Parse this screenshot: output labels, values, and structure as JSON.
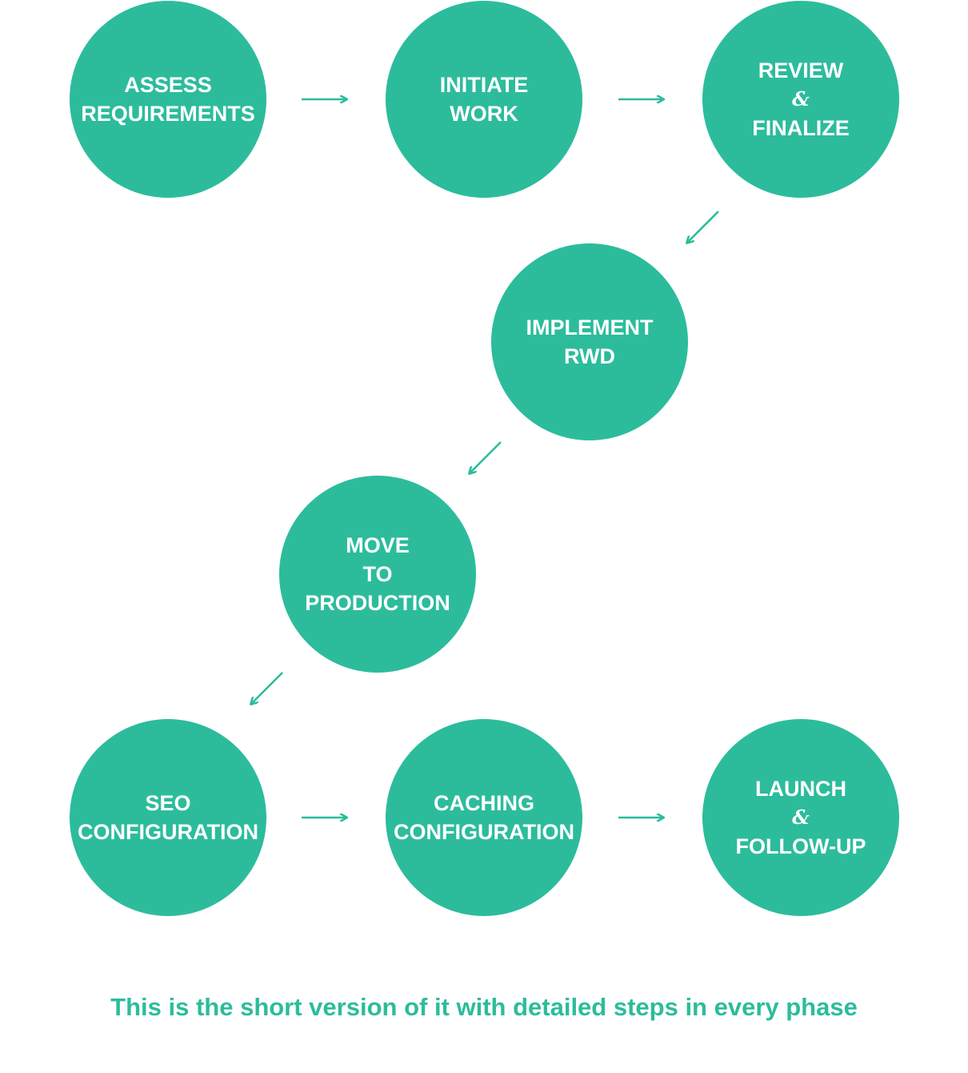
{
  "colors": {
    "accent": "#2cbc9c",
    "text_on_accent": "#ffffff",
    "background": "#ffffff"
  },
  "steps": [
    {
      "lines": [
        "ASSESS",
        "REQUIREMENTS"
      ]
    },
    {
      "lines": [
        "INITIATE",
        "WORK"
      ]
    },
    {
      "lines": [
        "REVIEW",
        "&",
        "FINALIZE"
      ]
    },
    {
      "lines": [
        "IMPLEMENT",
        "RWD"
      ]
    },
    {
      "lines": [
        "MOVE",
        "TO",
        "PRODUCTION"
      ]
    },
    {
      "lines": [
        "SEO",
        "CONFIGURATION"
      ]
    },
    {
      "lines": [
        "CACHING",
        "CONFIGURATION"
      ]
    },
    {
      "lines": [
        "LAUNCH",
        "&",
        "FOLLOW-UP"
      ]
    }
  ],
  "caption": "This is the short version of it with detailed steps in every phase"
}
